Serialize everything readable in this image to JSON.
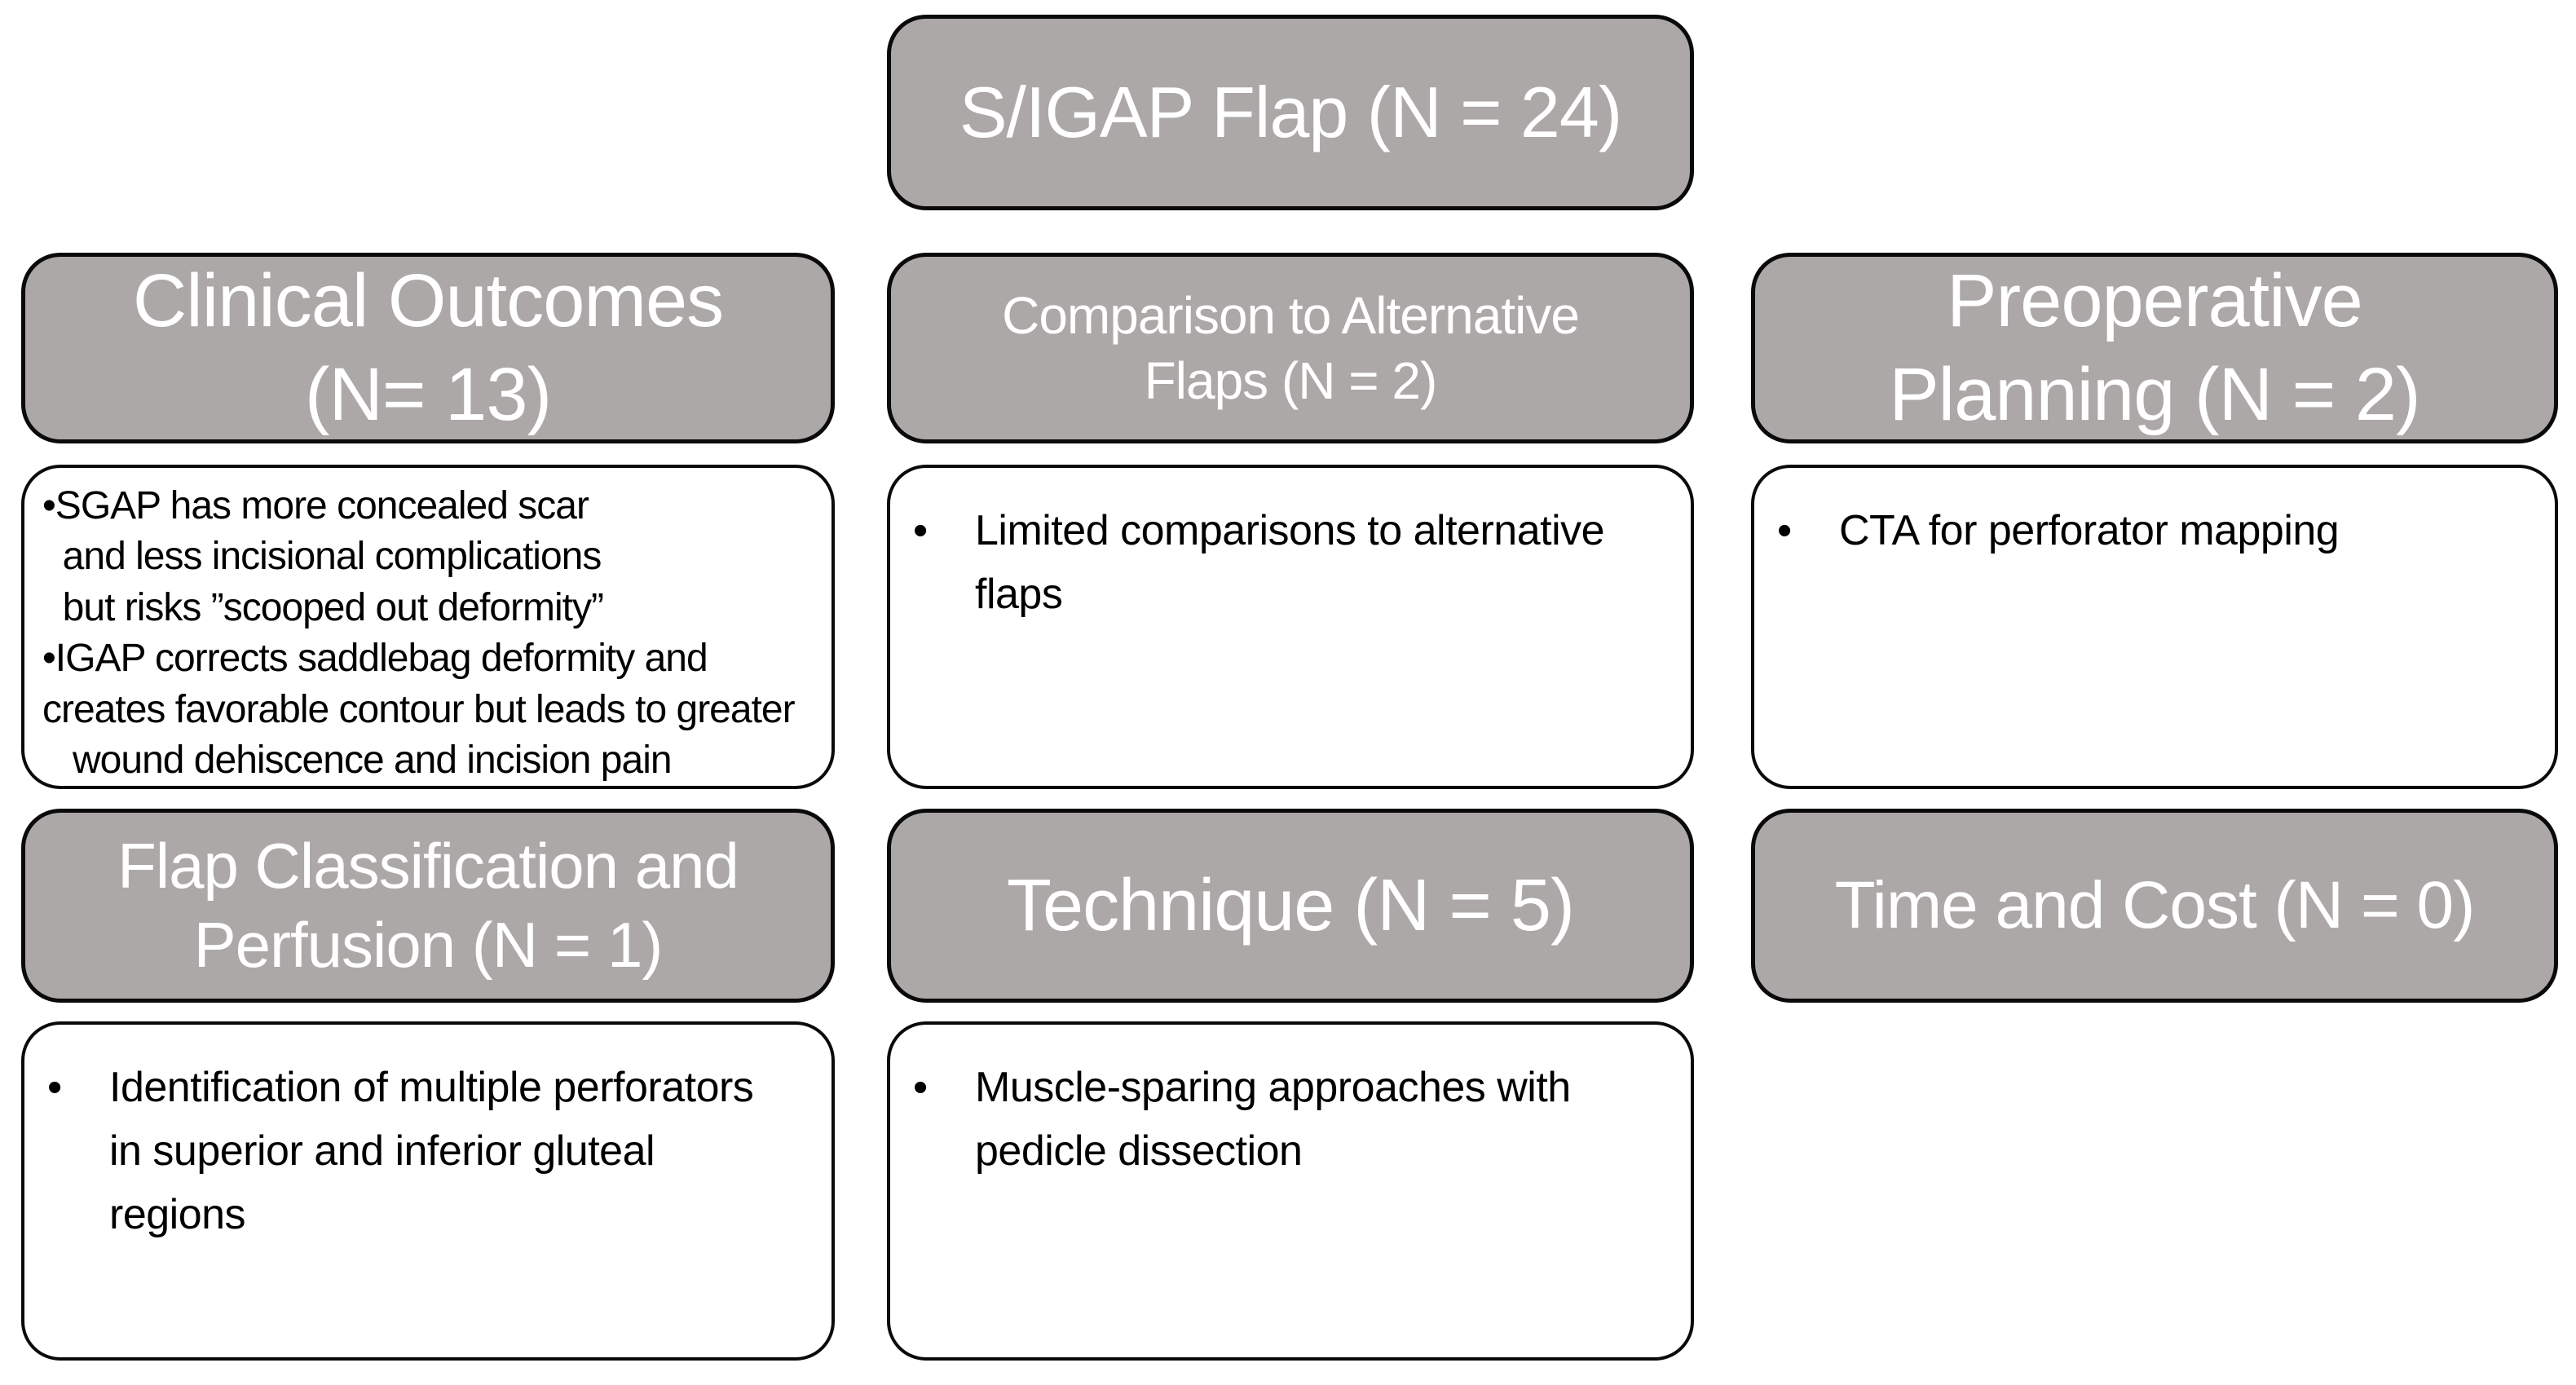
{
  "colors": {
    "box_fill_gray": "#ABA8A7",
    "box_border": "#0A0A0A",
    "header_text": "#FFFFFF",
    "body_text": "#000000",
    "background": "#FFFFFF"
  },
  "title": {
    "label": "S/IGAP Flap (N = 24)"
  },
  "boxes": {
    "clinical_outcomes": {
      "header": "Clinical Outcomes\n(N= 13)",
      "body": "•SGAP has more concealed scar\n  and less incisional complications\n  but risks ”scooped out deformity”\n•IGAP corrects saddlebag deformity and\ncreates favorable contour but leads to greater\n   wound dehiscence and incision pain"
    },
    "comparison": {
      "header": "Comparison to Alternative\nFlaps (N = 2)",
      "bullet": "•",
      "body": "Limited comparisons to alternative\nflaps"
    },
    "preoperative": {
      "header": "Preoperative\nPlanning (N = 2)",
      "bullet": "•",
      "body": "CTA for perforator mapping"
    },
    "flap_classification": {
      "header": "Flap Classification and\nPerfusion (N = 1)",
      "bullet": "•",
      "body": "Identification of multiple perforators\nin superior and inferior gluteal\nregions"
    },
    "technique": {
      "header": "Technique (N = 5)",
      "bullet": "•",
      "body": "Muscle-sparing approaches with\npedicle dissection"
    },
    "time_cost": {
      "header": "Time and Cost (N = 0)"
    }
  }
}
